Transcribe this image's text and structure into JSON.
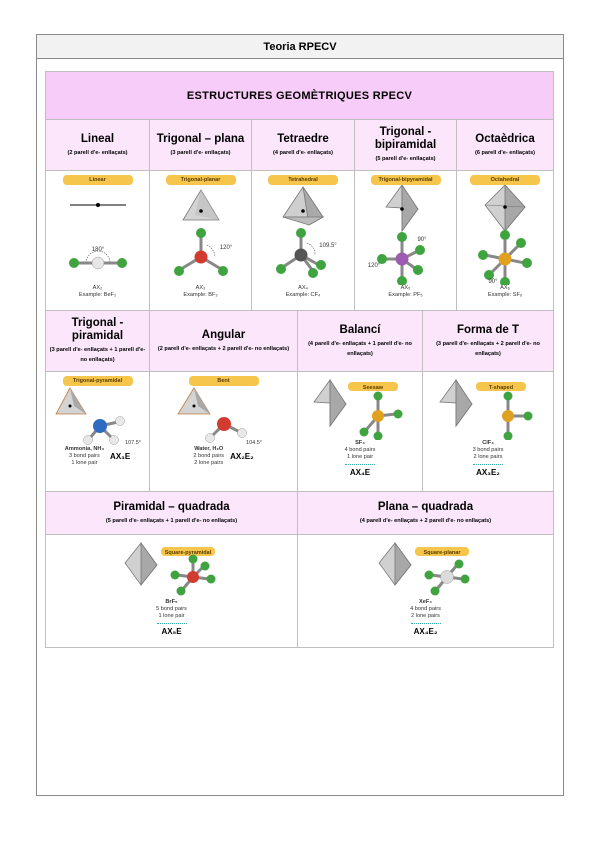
{
  "header": {
    "title": "Teoria RPECV"
  },
  "banner": {
    "title": "ESTRUCTURES GEOMÈTRIQUES RPECV"
  },
  "row1": [
    {
      "title": "Lineal",
      "subtitle": "(2 parell d'e- enllaçats)",
      "tag": "Linear",
      "angle": "180°",
      "formula": "AX₂",
      "example": "Example: BeF₂"
    },
    {
      "title": "Trigonal – plana",
      "subtitle": "(3 parell d'e- enllaçats)",
      "tag": "Trigonal-planar",
      "angle": "120°",
      "formula": "AX₃",
      "example": "Example: BF₃"
    },
    {
      "title": "Tetraedre",
      "subtitle": "(4 parell d'e- enllaçats)",
      "tag": "Tetrahedral",
      "angle": "109.5°",
      "formula": "AX₄",
      "example": "Example: CF₄"
    },
    {
      "title": "Trigonal - bipiramidal",
      "subtitle": "(5 parell d'e- enllaçats)",
      "tag": "Trigonal-bipyramidal",
      "angle": "90°",
      "angle2": "120°",
      "formula": "AX₅",
      "example": "Example: PF₅"
    },
    {
      "title": "Octaèdrica",
      "subtitle": "(6 parell d'e- enllaçats)",
      "tag": "Octahedral",
      "angle": "90°",
      "formula": "AX₆",
      "example": "Example: SF₆"
    }
  ],
  "row2": [
    {
      "title": "Trigonal - piramidal",
      "subtitle": "(3 parell d'e- enllaçats + 1 parell d'e- no enllaçats)",
      "tag": "Trigonal-pyramidal",
      "angle": "107.5°",
      "name": "Ammonia, NH₃",
      "pairs1": "3 bond pairs",
      "pairs2": "1 lone pair",
      "formula": "AX₃E"
    },
    {
      "title": "Angular",
      "subtitle": "(2 parell d'e- enllaçats + 2 parell d'e- no enllaçats)",
      "tag": "Bent",
      "angle": "104.5°",
      "name": "Water, H₂O",
      "pairs1": "2 bond pairs",
      "pairs2": "2 lone pairs",
      "formula": "AX₂E₂"
    },
    {
      "title": "Balancí",
      "subtitle": "(4 parell d'e- enllaçats + 1 parell d'e- no enllaçats)",
      "tag": "Seesaw",
      "name": "SF₄",
      "pairs1": "4 bond pairs",
      "pairs2": "1 lone pair",
      "formula": "AX₄E"
    },
    {
      "title": "Forma de T",
      "subtitle": "(3 parell d'e- enllaçats + 2 parell d'e- no enllaçats)",
      "tag": "T-shaped",
      "name": "ClF₃",
      "pairs1": "3 bond pairs",
      "pairs2": "2 lone pairs",
      "formula": "AX₃E₂"
    }
  ],
  "row3": [
    {
      "title": "Piramidal – quadrada",
      "subtitle": "(5 parell d'e- enllaçats + 1 parell d'e- no enllaçats)",
      "tag": "Square-pyramidal",
      "name": "BrF₅",
      "pairs1": "5 bond pairs",
      "pairs2": "1 lone pair",
      "formula": "AX₅E"
    },
    {
      "title": "Plana – quadrada",
      "subtitle": "(4 parell d'e- enllaçats + 2 parell d'e- no enllaçats)",
      "tag": "Square-planar",
      "name": "XeF₄",
      "pairs1": "4 bond pairs",
      "pairs2": "2 lone pairs",
      "formula": "AX₄E₂"
    }
  ],
  "colors": {
    "banner": "#f8ccf8",
    "title_cell": "#fbe6fb",
    "tag": "#f5c64b",
    "ligand": "#3fa33f",
    "central_bf3": "#d23b2f",
    "central_p": "#9c5bb0",
    "central_s": "#e0a020",
    "central_n": "#2e6cc2"
  }
}
